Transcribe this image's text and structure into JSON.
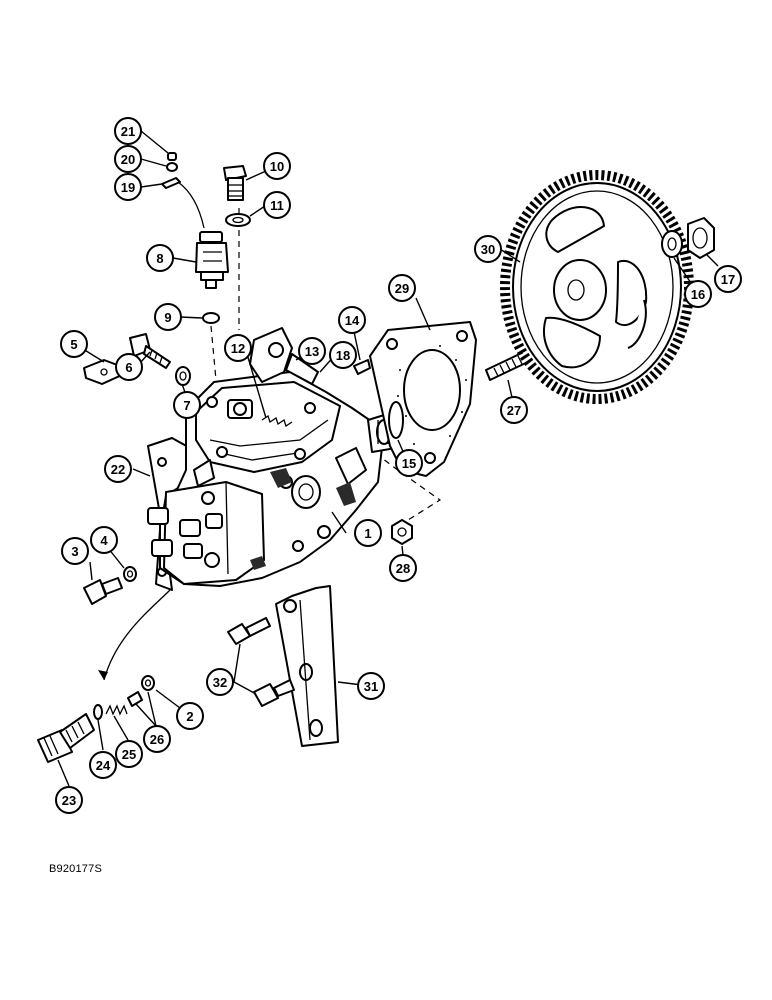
{
  "drawing_code": "B920177S",
  "callouts": [
    "1",
    "2",
    "3",
    "4",
    "5",
    "6",
    "7",
    "8",
    "9",
    "10",
    "11",
    "12",
    "13",
    "14",
    "15",
    "16",
    "17",
    "18",
    "19",
    "20",
    "21",
    "22",
    "23",
    "24",
    "25",
    "26",
    "27",
    "28",
    "29",
    "30",
    "31",
    "32"
  ],
  "colors": {
    "line": "#000000",
    "background": "#ffffff"
  }
}
